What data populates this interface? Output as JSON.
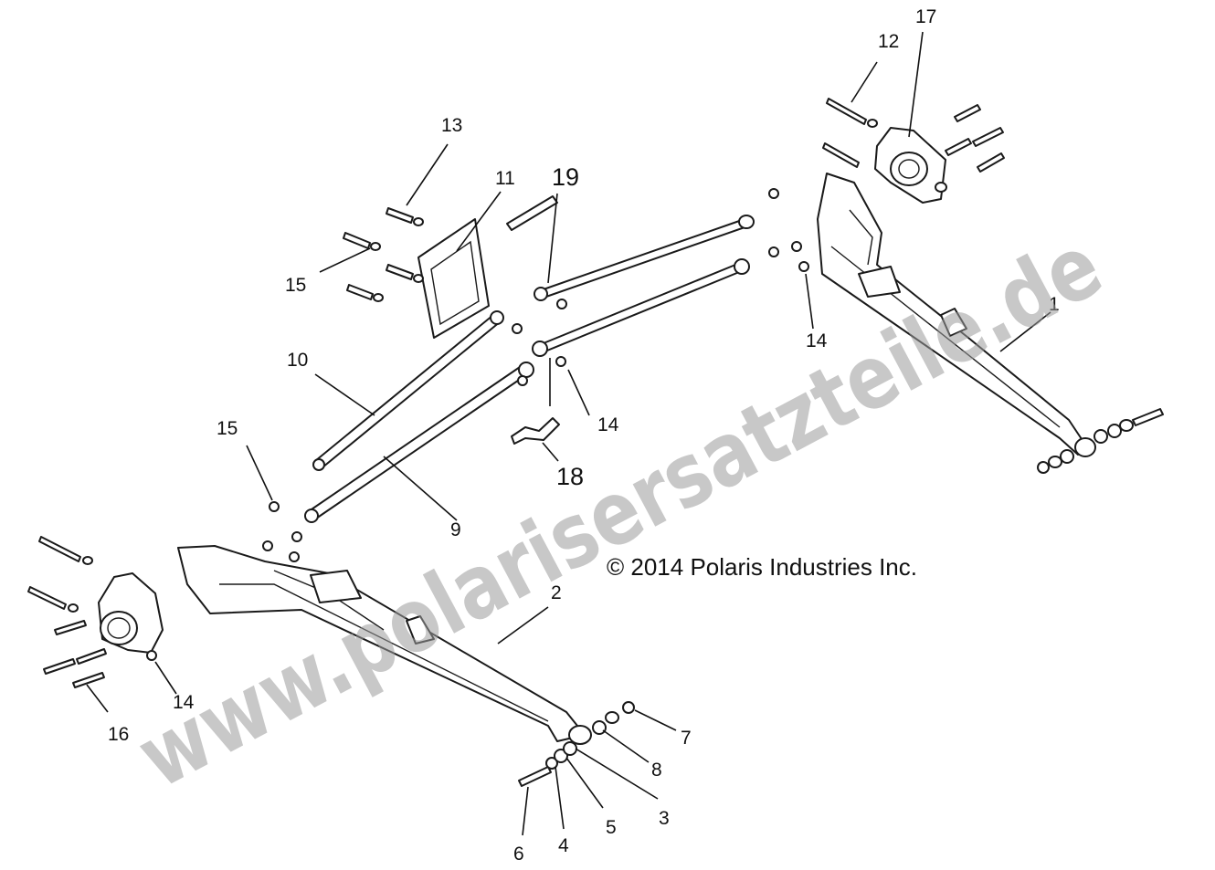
{
  "diagram": {
    "callouts": [
      "1",
      "2",
      "3",
      "4",
      "5",
      "6",
      "7",
      "8",
      "9",
      "10",
      "11",
      "12",
      "13",
      "14",
      "15",
      "16",
      "17",
      "18",
      "19"
    ],
    "copyright": "© 2014 Polaris Industries Inc.",
    "watermark": "www.polarisersatzteile.de",
    "colors": {
      "line": "#1a1a1a",
      "watermark": "#9a9a9a",
      "background": "#ffffff"
    }
  }
}
